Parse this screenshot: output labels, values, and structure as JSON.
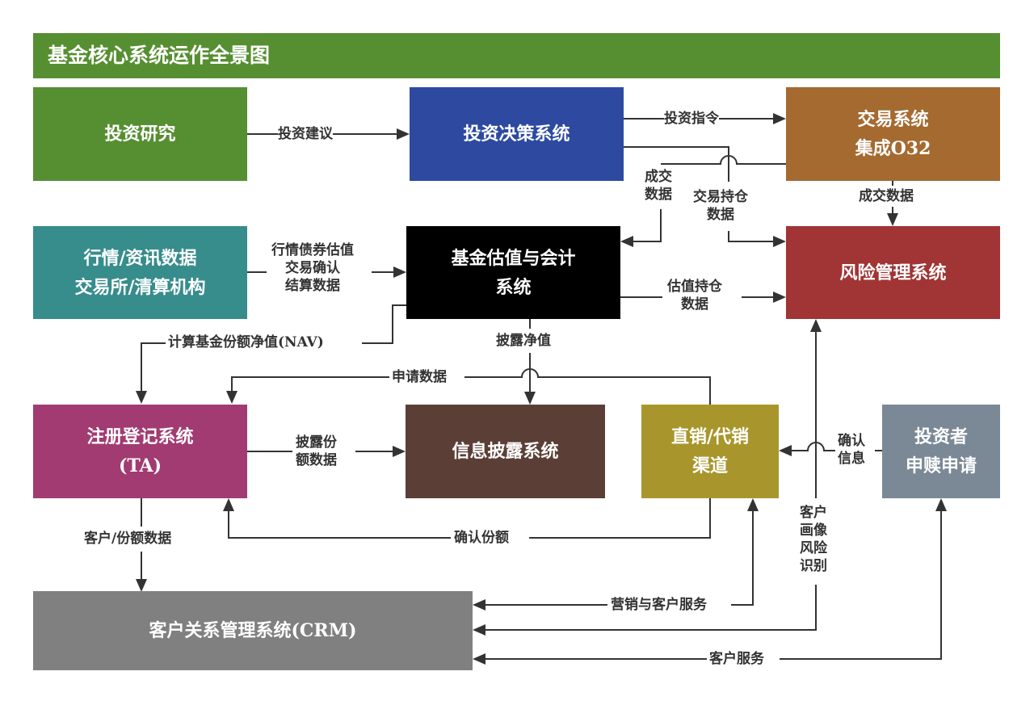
{
  "title": "基金核心系统运作全景图",
  "colors": {
    "banner": "#568f31",
    "research": "#568f31",
    "decision": "#2d4aa0",
    "trading": "#a56a30",
    "market": "#378c8c",
    "valuation": "#000000",
    "risk": "#a13434",
    "ta": "#a23b72",
    "disclosure": "#5b3f36",
    "channel": "#a8962c",
    "investor": "#7b8896",
    "crm": "#808080",
    "line": "#333333"
  },
  "nodes": {
    "research": {
      "lines": [
        "投资研究"
      ]
    },
    "decision": {
      "lines": [
        "投资决策系统"
      ]
    },
    "trading": {
      "lines": [
        "交易系统",
        "集成O32"
      ]
    },
    "market": {
      "lines": [
        "行情/资讯数据",
        "交易所/清算机构"
      ]
    },
    "valuation": {
      "lines": [
        "基金估值与会计",
        "系统"
      ]
    },
    "risk": {
      "lines": [
        "风险管理系统"
      ]
    },
    "ta": {
      "lines": [
        "注册登记系统",
        "(TA)"
      ]
    },
    "disclosure": {
      "lines": [
        "信息披露系统"
      ]
    },
    "channel": {
      "lines": [
        "直销/代销",
        "渠道"
      ]
    },
    "investor": {
      "lines": [
        "投资者",
        "申赎申请"
      ]
    },
    "crm": {
      "lines": [
        "客户关系管理系统(CRM)"
      ]
    }
  },
  "edges": {
    "invest_advice": {
      "from": "投资研究",
      "to": "投资决策系统",
      "lines": [
        "投资建议"
      ]
    },
    "invest_order": {
      "from": "投资决策系统",
      "to": "交易系统",
      "lines": [
        "投资指令"
      ]
    },
    "trade_data_val": {
      "from": "交易系统",
      "to": "基金估值与会计系统",
      "lines": [
        "成交",
        "数据"
      ]
    },
    "trade_position": {
      "from": "投资决策系统",
      "to": "风险管理系统",
      "lines": [
        "交易持仓",
        "数据"
      ]
    },
    "trade_data_risk": {
      "from": "交易系统",
      "to": "风险管理系统",
      "lines": [
        "成交数据"
      ]
    },
    "market_data": {
      "from": "行情/资讯数据",
      "to": "基金估值与会计系统",
      "lines": [
        "行情债券估值",
        "交易确认",
        "结算数据"
      ]
    },
    "val_position": {
      "from": "基金估值与会计系统",
      "to": "风险管理系统",
      "lines": [
        "估值持仓",
        "数据"
      ]
    },
    "nav": {
      "from": "基金估值与会计系统",
      "to": "注册登记系统",
      "lines": [
        "计算基金份额净值(NAV)"
      ]
    },
    "disclose_nav": {
      "from": "基金估值与会计系统",
      "to": "信息披露系统",
      "lines": [
        "披露净值"
      ]
    },
    "apply_data": {
      "from": "直销/代销渠道",
      "to": "注册登记系统",
      "lines": [
        "申请数据"
      ]
    },
    "disclose_share": {
      "from": "注册登记系统",
      "to": "信息披露系统",
      "lines": [
        "披露份",
        "额数据"
      ]
    },
    "confirm_share": {
      "from": "直销/代销渠道",
      "to": "注册登记系统",
      "lines": [
        "确认份额"
      ]
    },
    "confirm_info": {
      "from": "投资者",
      "to": "直销/代销渠道",
      "lines": [
        "确认",
        "信息"
      ]
    },
    "client_share": {
      "from": "注册登记系统",
      "to": "CRM",
      "lines": [
        "客户/份额数据"
      ]
    },
    "profile_risk": {
      "from": "风险管理系统",
      "to": "CRM",
      "lines": [
        "客户",
        "画像",
        "风险",
        "识别"
      ]
    },
    "marketing": {
      "from": "直销/代销渠道",
      "to": "CRM",
      "lines": [
        "营销与客户服务"
      ]
    },
    "client_service": {
      "from": "投资者",
      "to": "CRM",
      "lines": [
        "客户服务"
      ]
    }
  }
}
